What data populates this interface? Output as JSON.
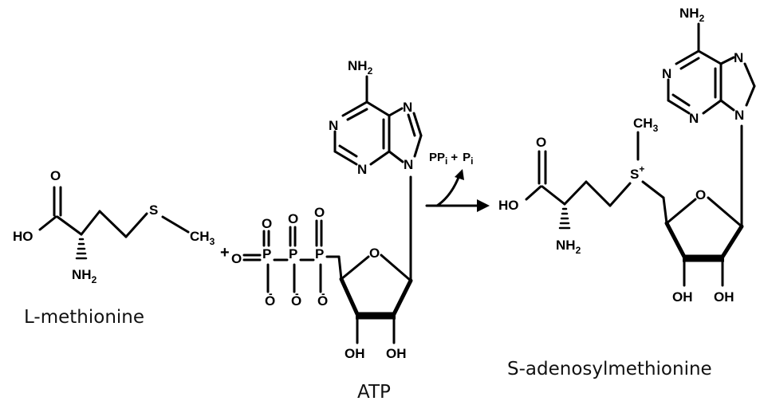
{
  "compounds": {
    "methionine": {
      "name": "L-methionine",
      "labels": {
        "oxygen": "O",
        "hydroxyl": "HO",
        "sulfur": "S",
        "methyl": "CH",
        "methyl_sub": "3",
        "amine": "NH",
        "amine_sub": "2"
      }
    },
    "atp": {
      "name": "ATP",
      "labels": {
        "phosphate_oxygens": [
          "O",
          "O",
          "O"
        ],
        "phosphorus": [
          "P",
          "P",
          "P"
        ],
        "bridge_oxygen": "O",
        "anion_oxygens": [
          "O",
          "O",
          "O"
        ],
        "charges": [
          "-",
          "-",
          "-"
        ],
        "adenine_amine": "NH",
        "adenine_amine_sub": "2",
        "adenine_nitrogens": [
          "N",
          "N",
          "N",
          "N"
        ],
        "ribose_oxygen": "O",
        "hydroxyls": [
          "OH",
          "OH"
        ]
      }
    },
    "sam": {
      "name": "S-adenosylmethionine",
      "labels": {
        "oxygen": "O",
        "hydroxyl": "HO",
        "sulfonium": "S",
        "sulfonium_charge": "+",
        "methyl": "CH",
        "methyl_sub": "3",
        "amine": "NH",
        "amine_sub": "2",
        "adenine_amine": "NH",
        "adenine_amine_sub": "2",
        "adenine_nitrogens": [
          "N",
          "N",
          "N",
          "N"
        ],
        "ribose_oxygen": "O",
        "hydroxyls": [
          "OH",
          "OH"
        ]
      }
    }
  },
  "reaction": {
    "plus": "+",
    "byproducts": {
      "ppi": "PP",
      "ppi_sub": "i",
      "plus": "+",
      "pi": "P",
      "pi_sub": "i"
    }
  }
}
